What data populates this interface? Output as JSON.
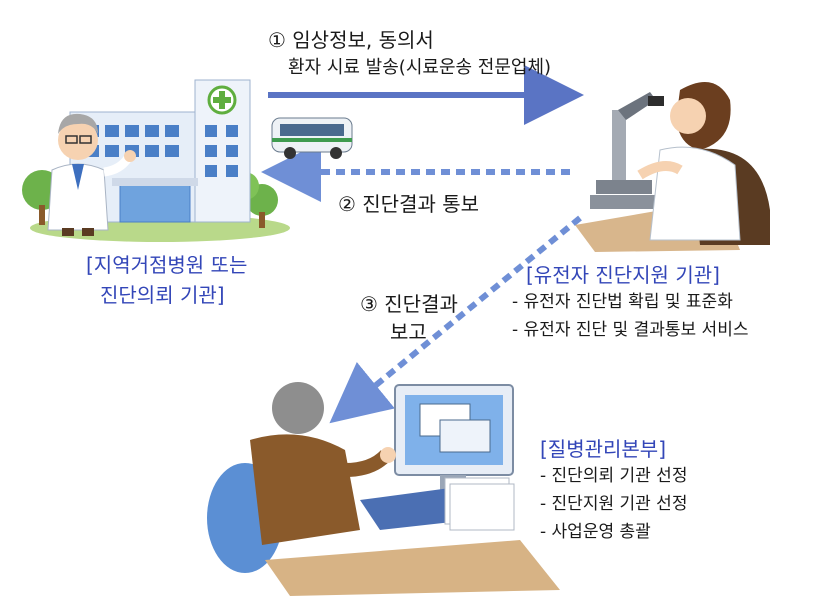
{
  "steps": {
    "step1": {
      "line1": "① 임상정보, 동의서",
      "line2": "환자 시료 발송(시료운송 전문업체)"
    },
    "step2": {
      "label": "② 진단결과 통보"
    },
    "step3": {
      "line1": "③ 진단결과",
      "line2": "보고"
    }
  },
  "hospital": {
    "label_line1": "[지역거점병원 또는",
    "label_line2": "진단의뢰 기관]"
  },
  "genetic_center": {
    "title": "[유전자 진단지원 기관]",
    "items": [
      "- 유전자 진단법 확립 및 표준화",
      "- 유전자 진단 및 결과통보 서비스"
    ]
  },
  "kcdc": {
    "title": "[질병관리본부]",
    "items": [
      "- 진단의뢰 기관 선정",
      "- 진단지원 기관 선정",
      "- 사업운영 총괄"
    ]
  },
  "colors": {
    "arrow_blue": "#5a74c4",
    "arrow_dash": "#6f8fd6",
    "title_blue": "#3346b8"
  }
}
